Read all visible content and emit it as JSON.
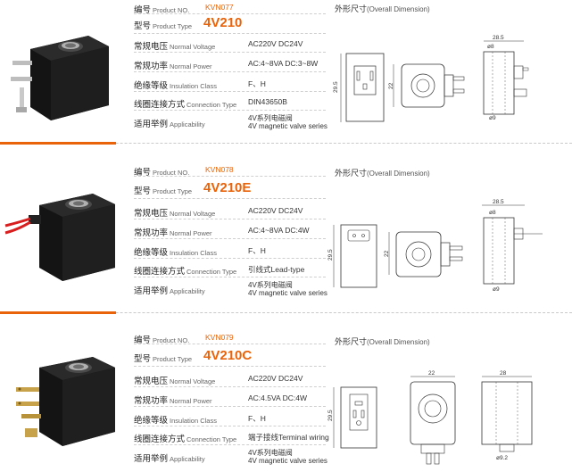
{
  "products": [
    {
      "model_no_cn": "编号",
      "model_no_en": "Product NO.",
      "model_no": "KVN077",
      "type_cn": "型号",
      "type_en": "Product Type",
      "type": "4V210",
      "voltage_cn": "常规电压",
      "voltage_en": "Normal Voltage",
      "voltage": "AC220V DC24V",
      "power_cn": "常规功率",
      "power_en": "Normal Power",
      "power": "AC:4~8VA DC:3~8W",
      "insulation_cn": "绝缘等级",
      "insulation_en": "Insulation Class",
      "insulation": "F、H",
      "connection_cn": "线圈连接方式",
      "connection_en": "Connection Type",
      "connection": "DIN43650B",
      "applicability_cn": "适用举例",
      "applicability_en": "Applicability",
      "applicability_1": "4V系列电磁阀",
      "applicability_2": "4V magnetic valve series",
      "dimension_cn": "外形尺寸",
      "dimension_en": "(Overall Dimension)",
      "dims": {
        "h": "29.5",
        "w1": "22",
        "w2": "28.5",
        "d_top": "ø8",
        "d_bot": "ø9"
      }
    },
    {
      "model_no_cn": "编号",
      "model_no_en": "Product NO.",
      "model_no": "KVN078",
      "type_cn": "型号",
      "type_en": "Product Type",
      "type": "4V210E",
      "voltage_cn": "常规电压",
      "voltage_en": "Normal Voltage",
      "voltage": "AC220V DC24V",
      "power_cn": "常规功率",
      "power_en": "Normal Power",
      "power": "AC:4~8VA DC:4W",
      "insulation_cn": "绝缘等级",
      "insulation_en": "Insulation Class",
      "insulation": "F、H",
      "connection_cn": "线圈连接方式",
      "connection_en": "Connection Type",
      "connection": "引线式Lead-type",
      "applicability_cn": "适用举例",
      "applicability_en": "Applicability",
      "applicability_1": "4V系列电磁阀",
      "applicability_2": "4V magnetic valve series",
      "dimension_cn": "外形尺寸",
      "dimension_en": "(Overall Dimension)",
      "dims": {
        "h": "29.5",
        "w1": "22",
        "w2": "28.5",
        "d_top": "ø8",
        "d_bot": "ø9"
      }
    },
    {
      "model_no_cn": "编号",
      "model_no_en": "Product NO.",
      "model_no": "KVN079",
      "type_cn": "型号",
      "type_en": "Product Type",
      "type": "4V210C",
      "voltage_cn": "常规电压",
      "voltage_en": "Normal Voltage",
      "voltage": "AC220V DC24V",
      "power_cn": "常规功率",
      "power_en": "Normal Power",
      "power": "AC:4.5VA DC:4W",
      "insulation_cn": "绝缘等级",
      "insulation_en": "Insulation Class",
      "insulation": "F、H",
      "connection_cn": "线圈连接方式",
      "connection_en": "Connection Type",
      "connection": "端子接线Terminal wiring",
      "applicability_cn": "适用举例",
      "applicability_en": "Applicability",
      "applicability_1": "4V系列电磁阀",
      "applicability_2": "4V magnetic valve series",
      "dimension_cn": "外形尺寸",
      "dimension_en": "(Overall Dimension)",
      "dims": {
        "h": "29.5",
        "w1": "22",
        "w2": "28",
        "d_bot": "ø9.2"
      }
    }
  ],
  "colors": {
    "accent": "#e8630a",
    "coil": "#1a1a1a",
    "wire_red": "#d81e1e",
    "brass": "#c8a24a"
  }
}
